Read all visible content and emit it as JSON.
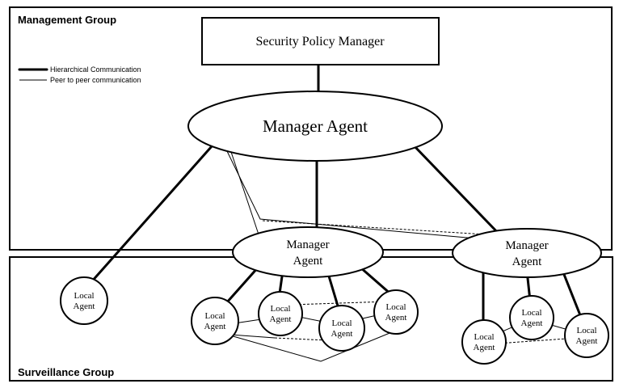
{
  "diagram": {
    "groups": {
      "management": "Management Group",
      "surveillance": "Surveillance Group"
    },
    "legend": {
      "hierarchical": "Hierarchical Communication",
      "peer": "Peer to peer communication"
    },
    "nodes": {
      "security_policy_manager": "Security Policy Manager",
      "top_manager": "Manager Agent",
      "manager_line1": "Manager",
      "manager_line2": "Agent",
      "local_line1": "Local",
      "local_line2": "Agent"
    },
    "colors": {
      "stroke": "#000000",
      "fill": "#ffffff"
    }
  }
}
